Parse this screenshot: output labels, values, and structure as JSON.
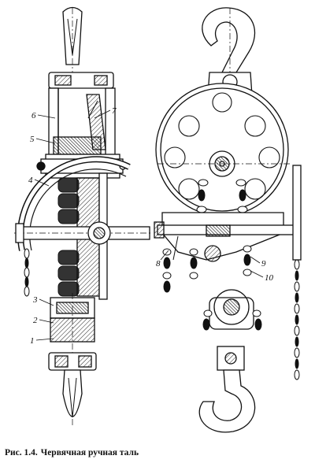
{
  "caption": {
    "number": "Рис. 1.4.",
    "text": "Червячная ручная таль"
  },
  "callouts": {
    "n1": "1",
    "n2": "2",
    "n3": "3",
    "n4": "4",
    "n5": "5",
    "n6": "6",
    "n7": "7",
    "n8": "8",
    "n9": "9",
    "n10": "10"
  }
}
